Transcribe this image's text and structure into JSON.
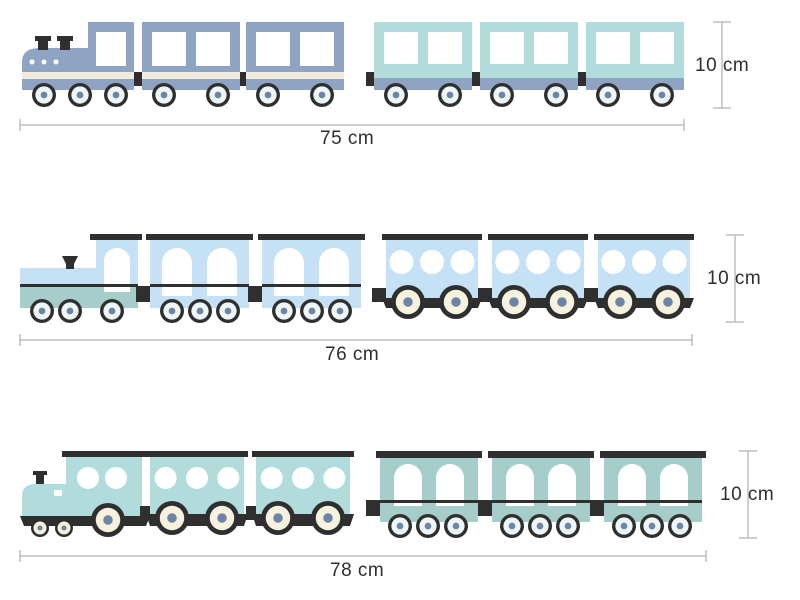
{
  "palette": {
    "slate": "#8fa4c2",
    "slate_dark": "#6e84a6",
    "mint": "#b2dcdc",
    "sky": "#c5e1f6",
    "sage": "#a7cdca",
    "window": "#ffffff",
    "stripe": "#f0ebdd",
    "dark": "#2f2f2f",
    "wheel_rim": "#eef6f8",
    "wheel_cream": "#f7f2df",
    "dim_line": "#bdbdbd"
  },
  "trains": [
    {
      "length_label": "75 cm",
      "height_label": "10 cm",
      "style": "slate-mint"
    },
    {
      "length_label": "76 cm",
      "height_label": "10 cm",
      "style": "sky"
    },
    {
      "length_label": "78 cm",
      "height_label": "10 cm",
      "style": "mint-sage"
    }
  ]
}
